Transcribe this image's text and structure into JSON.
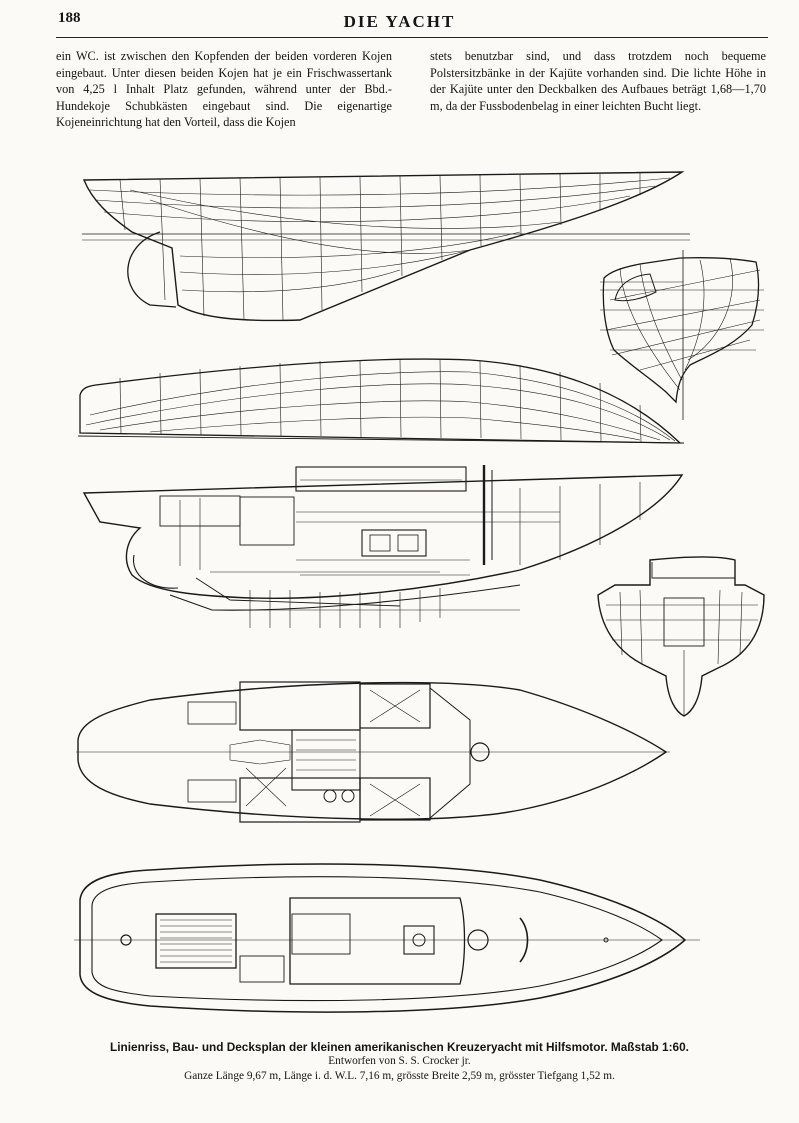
{
  "header": {
    "page_number": "188",
    "journal_title": "DIE YACHT"
  },
  "body": {
    "left_column": "ein WC. ist zwischen den Kopfenden der beiden vorderen Kojen eingebaut. Unter diesen beiden Kojen hat je ein Frischwassertank von 4,25 l Inhalt Platz gefunden, während unter der Bbd.-Hundekoje Schubkästen eingebaut sind. Die eigenartige Kojeneinrichtung hat den Vorteil, dass die Kojen",
    "right_column": "stets benutzbar sind, und dass trotzdem noch bequeme Polstersitzbänke in der Kajüte vorhanden sind. Die lichte Höhe in der Kajüte unter den Deckbalken des Aufbaues beträgt 1,68—1,70 m, da der Fussbodenbelag in einer leichten Bucht liegt."
  },
  "figure": {
    "caption_title": "Linienriss, Bau- und Decksplan der kleinen amerikanischen Kreuzeryacht mit Hilfsmotor.  Maßstab 1:60.",
    "caption_author": "Entworfen von S. S. Crocker jr.",
    "caption_dimensions": "Ganze Länge 9,67 m, Länge i. d. W.L. 7,16 m, grösste Breite 2,59 m, grösster Tiefgang 1,52 m."
  }
}
